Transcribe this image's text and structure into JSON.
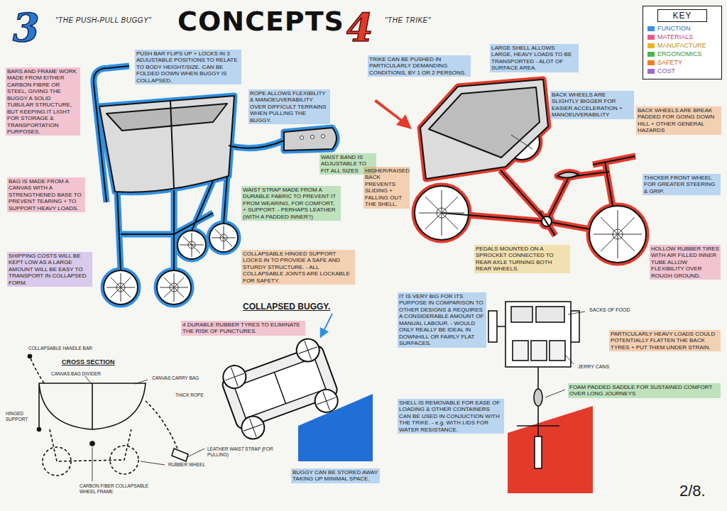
{
  "diagram": {
    "title": "CONCEPTS",
    "nodes": [
      {
        "text": [
          "KEY"
        ]
      }
    ],
    "labels": [
      "3",
      "\"THE PUSH-PULL BUGGY\"",
      "4",
      "\"THE TRIKE\"",
      "BARS AND FRAME WORK MADE FROM EITHER CARBON FIBRE OR STEEL, GIVING THE BUGGY A SOLID TUBULAR STRUCTURE, BUT KEEPING IT LIGHT FOR STORAGE & TRANSPORTATION PURPOSES.",
      "PUSH BAR FLIPS UP + LOCKS IN 3 ADJUSTABLE POSITIONS TO RELATE TO BODY HEIGHT/SIZE. CAN BE FOLDED DOWN WHEN BUGGY IS COLLAPSED.",
      "ROPE ALLOWS FLEXIBILITY & MANOEUVERABILITY OVER DIFFICULT TERRAINS WHEN PULLING THE BUGGY.",
      "WAIST BAND IS ADJUSTABLE TO FIT ALL SIZES",
      "BAG IS MADE FROM A CANVAS WITH A STRENGTHENED BASE TO PREVENT TEARING + TO SUPPORT HEAVY LOADS.",
      "WAIST STRAP MADE FROM A DURABLE FABRIC TO PREVENT IT FROM WEARING, FOR COMFORT, + SUPPORT. - PERHAPS LEATHER (WITH A PADDED INNER?)",
      "SHIPPING COSTS WILL BE KEPT LOW AS A LARGE AMOUNT WILL BE EASY TO TRANSPORT IN COLLAPSED FORM.",
      "COLLAPSABLE HINGED SUPPORT LOCKS IN TO PROVIDE A SAFE AND STURDY STRUCTURE. - ALL COLLAPSABLE JOINTS ARE LOCKABLE FOR SAFETY.",
      "4 DURABLE RUBBER TYRES TO ELIMINATE THE RISK OF PUNCTURES.",
      "COLLAPSED BUGGY.",
      "COLLAPSABLE HANDLE BAR",
      "CROSS SECTION",
      "CANVAS CARRY BAG",
      "CANVAS BAG DIVIDER",
      "THICK ROPE",
      "HINGED SUPPORT",
      "CARBON FIBER COLLAPSABLE WHEEL FRAME",
      "RUBBER WHEEL",
      "LEATHER WAIST STRAP (FOR PULLING)",
      "BUGGY CAN BE STORED AWAY TAKING UP MINIMAL SPACE.",
      "TRIKE CAN BE PUSHED IN PARTICULARLY DEMANDING CONDITIONS, BY 1 OR 2 PERSONS.",
      "LARGE SHELL ALLOWS LARGE, HEAVY LOADS TO BE TRANSPORTED - ALOT OF SURFACE AREA.",
      "BACK WHEELS ARE SLIGHTLY BIGGER FOR EASIER ACCELERATION + MANOEUVERABILITY",
      "BACK WHEELS ARE BREAK PADDED FOR GOING DOWN HILL + OTHER GENERAL HAZARDS",
      "HIGHER/RAISED BACK PREVENTS SLIDING + FALLING OUT THE SHELL.",
      "THICKER FRONT WHEEL FOR GREATER STEERING & GRIP.",
      "PEDALS MOUNTED ON A SPROCKET CONNECTED TO REAR AXLE TURNING BOTH REAR WHEELS.",
      "HOLLOW RUBBER TIRES WITH AIR FILLED INNER TUBE ALLOW FLEXIBILITY OVER ROUGH GROUND.",
      "IT IS VERY BIG FOR ITS PURPOSE IN COMPARISON TO OTHER DESIGNS & REQUIRES A CONSIDERABLE AMOUNT OF MANUAL LABOUR. - WOULD ONLY REALLY BE IDEAL IN DOWNHILL OR FAIRLY FLAT SURFACES.",
      "SACKS OF FOOD",
      "PARTICULARLY HEAVY LOADS COULD POTENTIALLY FLATTEN THE BACK TYRES + PUT THEM UNDER STRAIN.",
      "JERRY CANS",
      "FOAM PADDED SADDLE FOR SUSTAINED COMFORT OVER LONG JOURNEYS",
      "SHELL IS REMOVABLE FOR EASE OF LOADING & OTHER CONTAINERS CAN BE USED IN CONJUCTION WITH THE TRIKE. - e.g. WITH LIDS FOR WATER RESISTANCE.",
      "2/8."
    ],
    "legend": [
      {
        "text": "FUNCTION",
        "color": "#3c8fe8"
      },
      {
        "text": "MATERIALS",
        "color": "#e85a8c"
      },
      {
        "text": "MANUFACTURE",
        "color": "#e8b422"
      },
      {
        "text": "ERGONOMICS",
        "color": "#4cb84c"
      },
      {
        "text": "SAFETY",
        "color": "#f07f2a"
      },
      {
        "text": "COST",
        "color": "#9b6bd6"
      }
    ]
  }
}
